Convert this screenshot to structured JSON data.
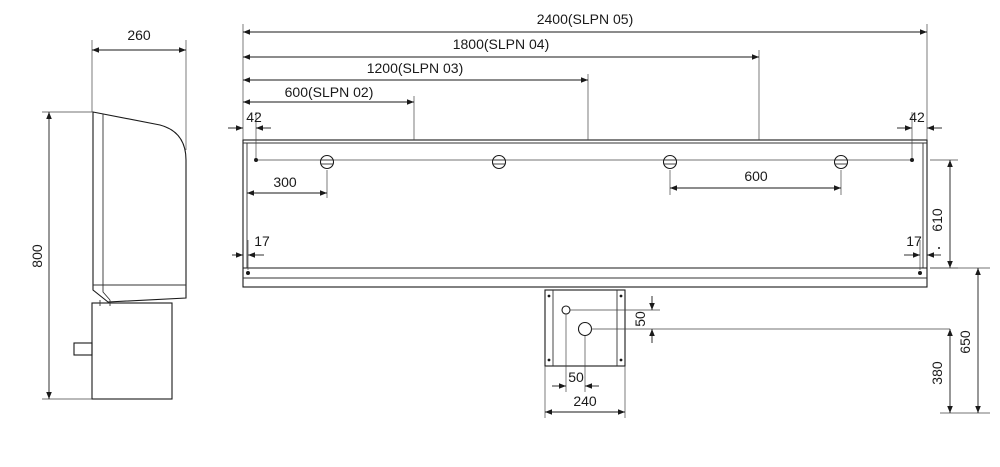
{
  "side_view": {
    "width_label": "260",
    "height_label": "800"
  },
  "front_view": {
    "top_dimensions": [
      {
        "label": "2400(SLPN 05)"
      },
      {
        "label": "1800(SLPN 04)"
      },
      {
        "label": "1200(SLPN 03)"
      },
      {
        "label": "600(SLPN 02)"
      }
    ],
    "edge_left_label": "42",
    "edge_right_label": "42",
    "first_hole_label": "300",
    "hole_spacing_label": "600",
    "lower_left_label": "17",
    "lower_right_label": "17",
    "vertical_hole_label": "610",
    "box_vertical_label": "50",
    "box_horizontal_label": "50",
    "box_width_label": "240",
    "bottom_height_label": "380",
    "total_height_label": "650"
  }
}
